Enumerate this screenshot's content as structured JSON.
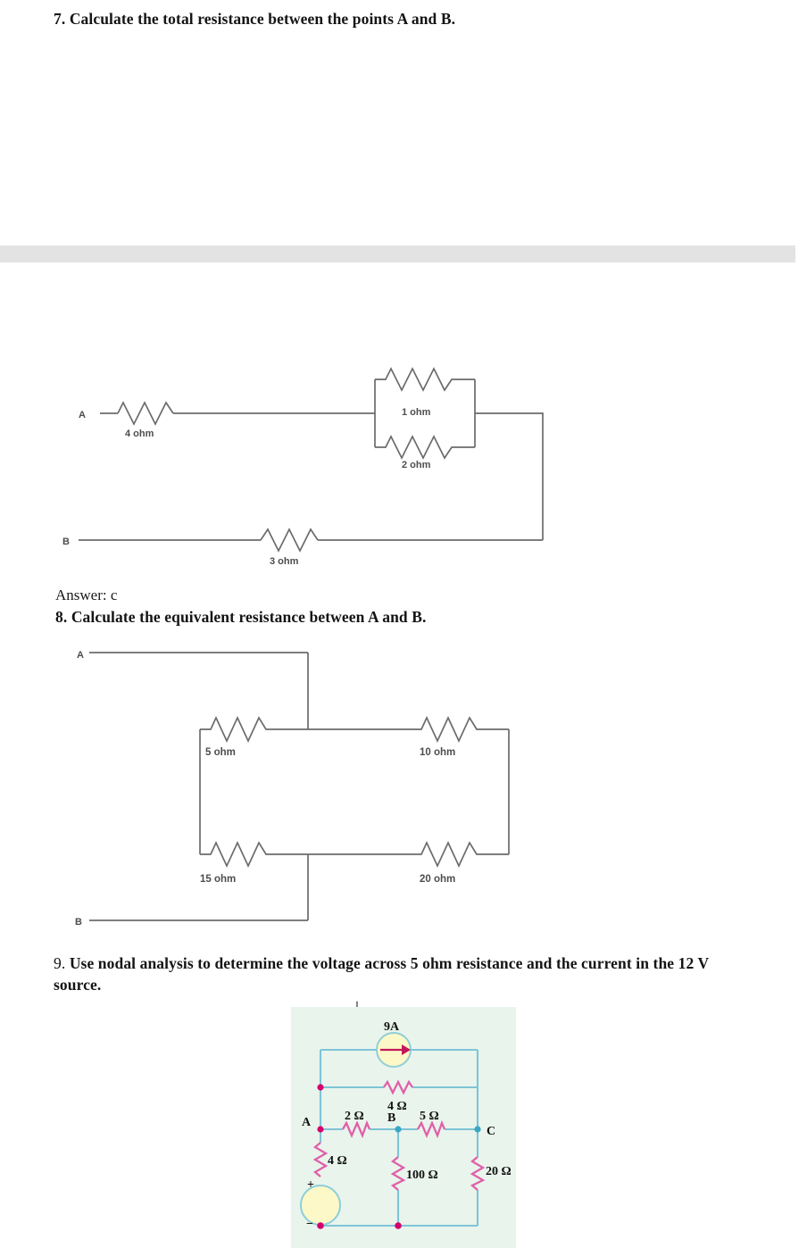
{
  "document": {
    "page_background": "#ffffff",
    "separator_band_color": "#e3e3e3"
  },
  "questions": [
    {
      "id": "q7",
      "number": "7.",
      "text": "Calculate the total resistance between the points A and B."
    },
    {
      "id": "q8",
      "number": "8.",
      "text": "Calculate the equivalent resistance between A and B."
    },
    {
      "id": "q9",
      "number": "9.",
      "text": "Use nodal analysis to determine the voltage across 5 ohm resistance and the current in the 12 V source."
    }
  ],
  "answers": {
    "q7": {
      "label": "Answer:",
      "value": "c",
      "full": "Answer: c"
    }
  },
  "circuit_q7": {
    "name": "total-resistance-circuit",
    "line_color": "#6b6b6b",
    "label_color": "#4d4d4d",
    "terminals": [
      {
        "name": "terminal-a",
        "label": "A"
      },
      {
        "name": "terminal-b",
        "label": "B"
      }
    ],
    "resistors": [
      {
        "name": "resistor-4-ohm",
        "label": "4 ohm",
        "value": 4,
        "unit": "ohm",
        "branch": "series-top-left"
      },
      {
        "name": "resistor-1-ohm",
        "label": "1 ohm",
        "value": 1,
        "unit": "ohm",
        "branch": "parallel-upper"
      },
      {
        "name": "resistor-2-ohm",
        "label": "2 ohm",
        "value": 2,
        "unit": "ohm",
        "branch": "parallel-lower"
      },
      {
        "name": "resistor-3-ohm",
        "label": "3 ohm",
        "value": 3,
        "unit": "ohm",
        "branch": "series-bottom"
      }
    ]
  },
  "circuit_q8": {
    "name": "equivalent-resistance-circuit",
    "line_color": "#6b6b6b",
    "label_color": "#4d4d4d",
    "terminals": [
      {
        "name": "terminal-a",
        "label": "A"
      },
      {
        "name": "terminal-b",
        "label": "B"
      }
    ],
    "resistors": [
      {
        "name": "resistor-5-ohm",
        "label": "5 ohm",
        "value": 5,
        "unit": "ohm",
        "position": "top-left"
      },
      {
        "name": "resistor-10-ohm",
        "label": "10 ohm",
        "value": 10,
        "unit": "ohm",
        "position": "top-right"
      },
      {
        "name": "resistor-15-ohm",
        "label": "15 ohm",
        "value": 15,
        "unit": "ohm",
        "position": "bottom-left"
      },
      {
        "name": "resistor-20-ohm",
        "label": "20 ohm",
        "value": 20,
        "unit": "ohm",
        "position": "bottom-right"
      }
    ]
  },
  "circuit_q9": {
    "name": "nodal-analysis-circuit",
    "panel_background": "#e9f4ec",
    "wire_color": "#7ec4d8",
    "resistor_color": "#e060a8",
    "node_dot_color": "#d6006e",
    "source_fill": "#fdf8c8",
    "source_stroke": "#8fcfd8",
    "arrow_color": "#c2185b",
    "nodes": [
      {
        "name": "node-a",
        "label": "A"
      },
      {
        "name": "node-b",
        "label": "B"
      },
      {
        "name": "node-c",
        "label": "C"
      }
    ],
    "current_source": {
      "name": "current-source-9a",
      "label": "9A",
      "value": 9,
      "unit": "A"
    },
    "voltage_source": {
      "name": "voltage-source",
      "plus_label": "+",
      "minus_label": "−"
    },
    "resistors": [
      {
        "name": "resistor-4-ohm-top",
        "label": "4 Ω",
        "value": 4,
        "unit": "Ω"
      },
      {
        "name": "resistor-2-ohm",
        "label": "2 Ω",
        "value": 2,
        "unit": "Ω"
      },
      {
        "name": "resistor-5-ohm",
        "label": "5 Ω",
        "value": 5,
        "unit": "Ω"
      },
      {
        "name": "resistor-4-ohm-left",
        "label": "4 Ω",
        "value": 4,
        "unit": "Ω"
      },
      {
        "name": "resistor-100-ohm",
        "label": "100 Ω",
        "value": 100,
        "unit": "Ω"
      },
      {
        "name": "resistor-20-ohm",
        "label": "20 Ω",
        "value": 20,
        "unit": "Ω"
      }
    ]
  }
}
